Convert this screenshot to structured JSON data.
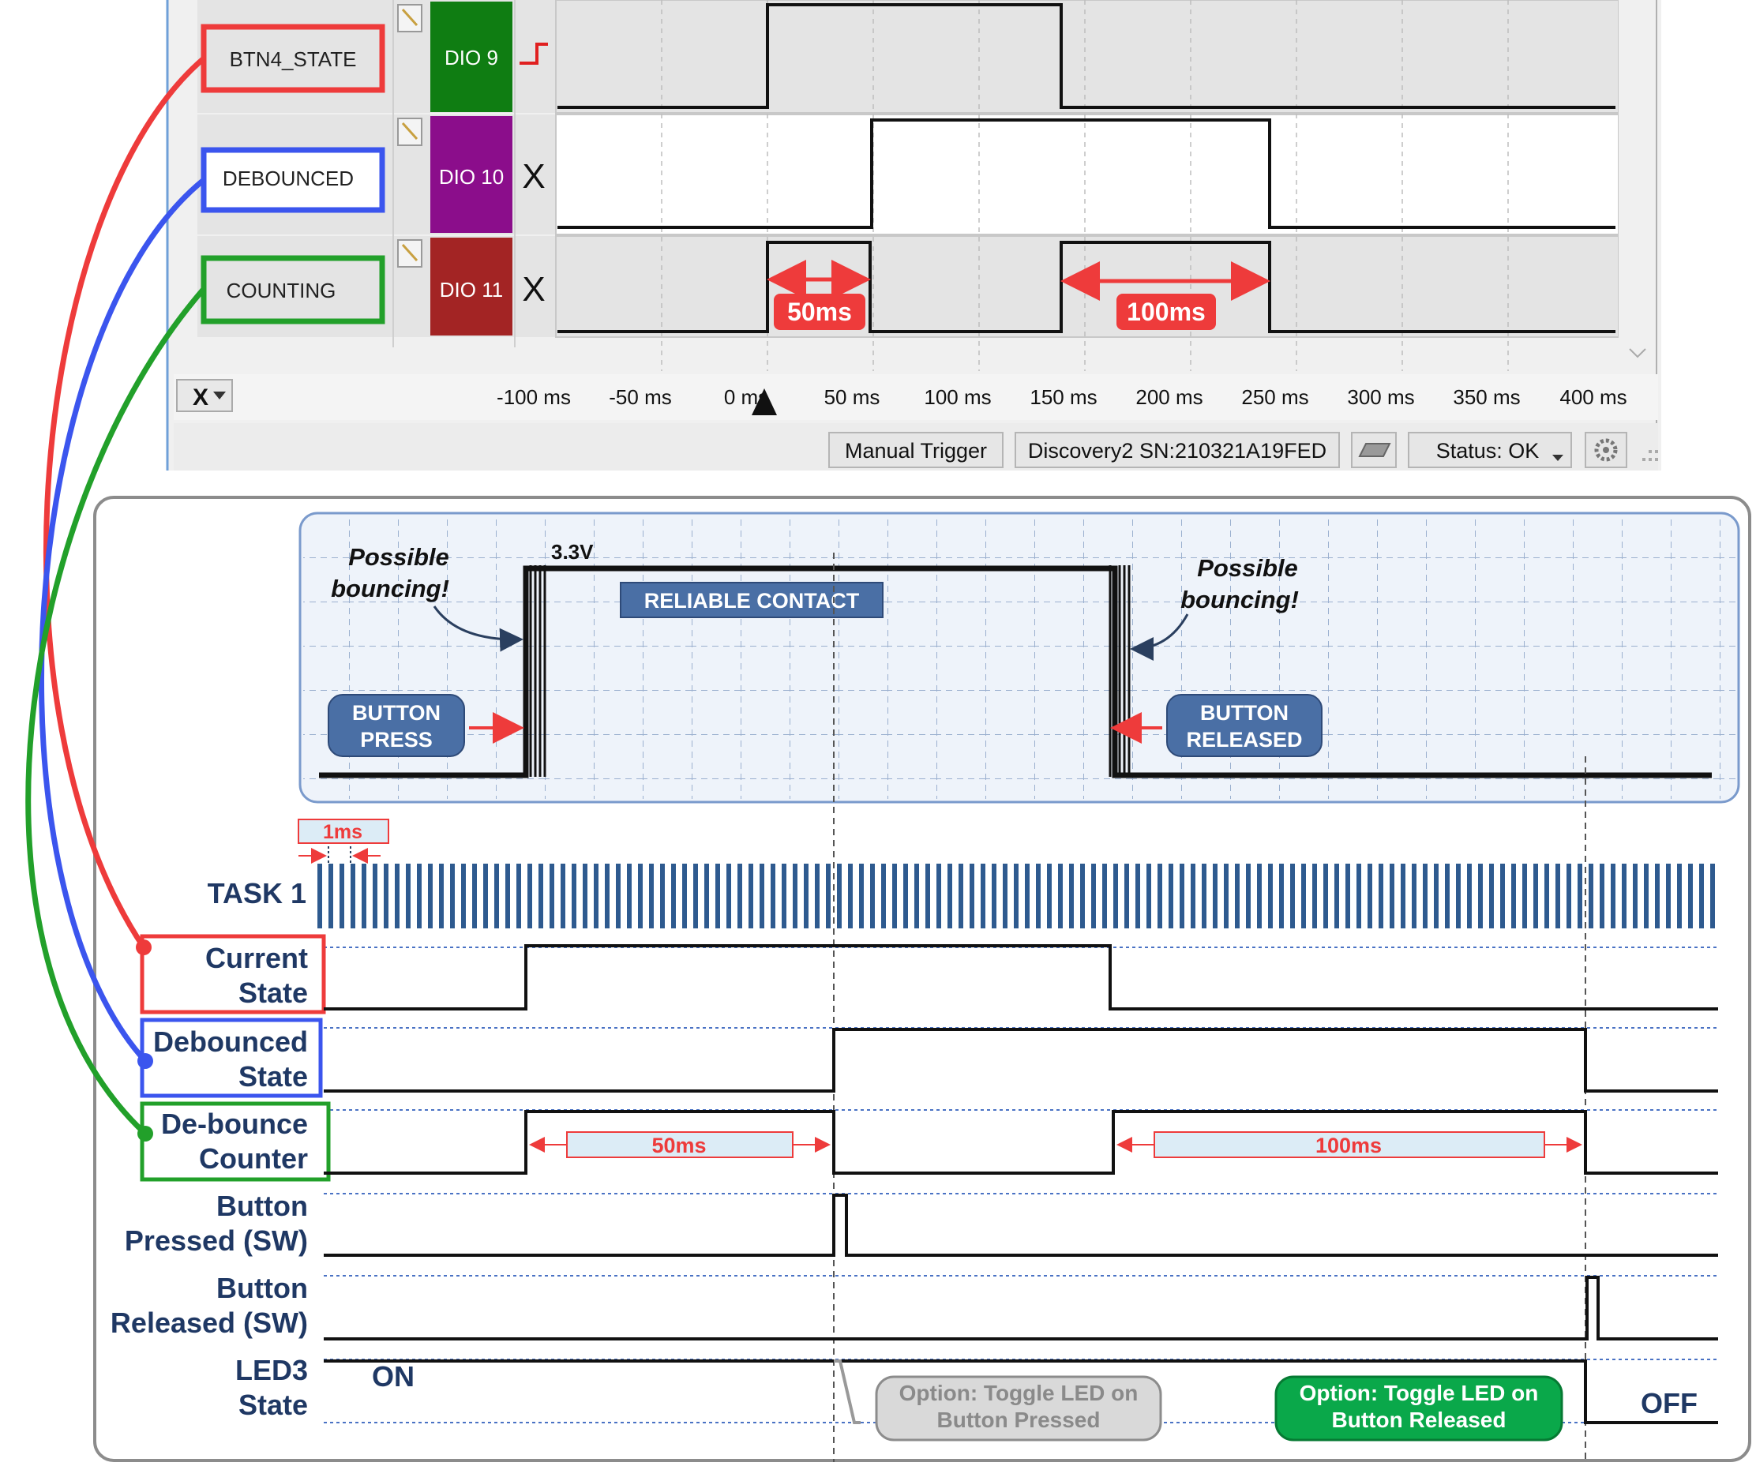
{
  "analyzer": {
    "channels": [
      {
        "name": "BTN4_STATE",
        "dio": "DIO  9",
        "color": "#0f7d12",
        "box_color": "#ee3b3b",
        "marker": "rising-edge"
      },
      {
        "name": "DEBOUNCED",
        "dio": "DIO 10",
        "color": "#8b0d8b",
        "box_color": "#3b55ee",
        "marker": "X"
      },
      {
        "name": "COUNTING",
        "dio": "DIO 11",
        "color": "#a32424",
        "box_color": "#22a02a",
        "marker": "X"
      }
    ],
    "annotations": [
      "50ms",
      "100ms"
    ],
    "time_axis": [
      "-100 ms",
      "-50 ms",
      "0 ms",
      "50 ms",
      "100 ms",
      "150 ms",
      "200 ms",
      "250 ms",
      "300 ms",
      "350 ms",
      "400 ms"
    ],
    "x_button": "X",
    "status_bar": {
      "trigger": "Manual Trigger",
      "device": "Discovery2 SN:210321A19FED",
      "status": "Status: OK"
    }
  },
  "bounce": {
    "voltage": "3.3V",
    "bounce_note_left": [
      "Possible",
      "bouncing!"
    ],
    "bounce_note_right": [
      "Possible",
      "bouncing!"
    ],
    "reliable": "RELIABLE CONTACT",
    "press": [
      "BUTTON",
      "PRESS"
    ],
    "release": [
      "BUTTON",
      "RELEASED"
    ]
  },
  "timing": {
    "tick_label": "1ms",
    "task_label": "TASK 1",
    "rows": [
      {
        "id": "current",
        "lines": [
          "Current",
          "State"
        ]
      },
      {
        "id": "debounced",
        "lines": [
          "Debounced",
          "State"
        ]
      },
      {
        "id": "counter",
        "lines": [
          "De-bounce",
          "Counter"
        ]
      },
      {
        "id": "pressed",
        "lines": [
          "Button",
          "Pressed (SW)"
        ]
      },
      {
        "id": "released",
        "lines": [
          "Button",
          "Released (SW)"
        ]
      },
      {
        "id": "led",
        "lines": [
          "LED3",
          "State"
        ]
      }
    ],
    "counter_labels": [
      "50ms",
      "100ms"
    ],
    "led_on": "ON",
    "led_off": "OFF",
    "option_pressed": [
      "Option: Toggle LED on",
      "Button Pressed"
    ],
    "option_released": [
      "Option: Toggle LED on",
      "Button Released"
    ]
  },
  "colors": {
    "label_text": "#1f3864",
    "red_arrow": "#ee3b3b",
    "task_bar": "#2e5a8f",
    "button_fill": "#4a6fa5",
    "option_green": "#0aa84a",
    "option_gray": "#d9d9d9"
  }
}
